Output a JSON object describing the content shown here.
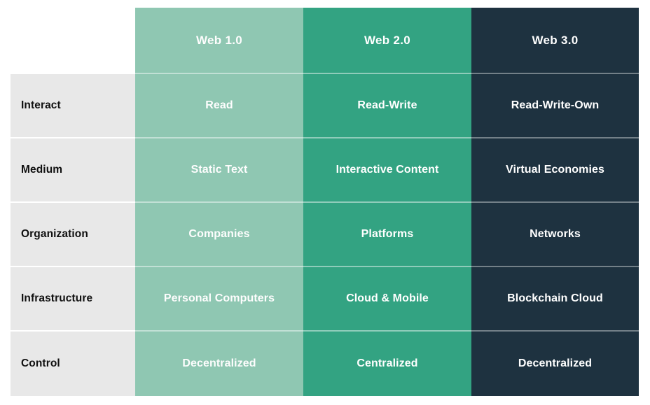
{
  "table": {
    "corner_label": "",
    "columns": [
      {
        "key": "label",
        "header": ""
      },
      {
        "key": "web1",
        "header": "Web 1.0",
        "color": "#8fc7b2"
      },
      {
        "key": "web2",
        "header": "Web 2.0",
        "color": "#33a382"
      },
      {
        "key": "web3",
        "header": "Web 3.0",
        "color": "#1e3240"
      }
    ],
    "rows": [
      {
        "label": "Interact",
        "web1": "Read",
        "web2": "Read-Write",
        "web3": "Read-Write-Own"
      },
      {
        "label": "Medium",
        "web1": "Static Text",
        "web2": "Interactive Content",
        "web3": "Virtual Economies"
      },
      {
        "label": "Organization",
        "web1": "Companies",
        "web2": "Platforms",
        "web3": "Networks"
      },
      {
        "label": "Infrastructure",
        "web1": "Personal Computers",
        "web2": "Cloud & Mobile",
        "web3": "Blockchain Cloud"
      },
      {
        "label": "Control",
        "web1": "Decentralized",
        "web2": "Centralized",
        "web3": "Decentralized"
      }
    ]
  },
  "theme": {
    "label_column_bg": "#e8e8e8",
    "label_text": "#101010",
    "cell_text": "#ffffff",
    "page_bg": "#ffffff",
    "divider": "rgba(255,255,255,0.45)"
  }
}
